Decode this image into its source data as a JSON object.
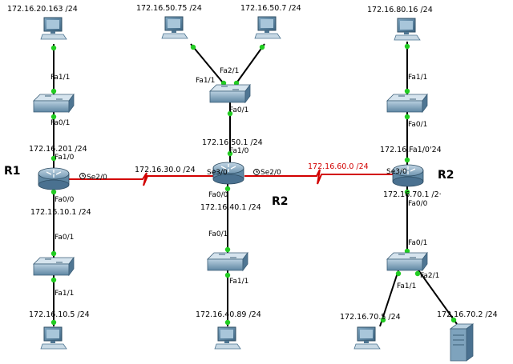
{
  "colors": {
    "ethernet": "#000000",
    "serial": "#d20000",
    "link_light": "#22cc22",
    "device": "#5d86a2",
    "device_light": "#a9c5d8",
    "router_face": "#8fb0c8"
  },
  "icons": {
    "router": "router-icon",
    "switch": "switch-icon",
    "pc": "pc-icon",
    "server": "server-icon"
  },
  "devices": {
    "r1": "R1",
    "r2_mid": "R2",
    "r2_right": "R2"
  },
  "labels": {
    "pc_r1_top": "172.16.20.163 /24",
    "sw_r1_fa1": "Fa1/1",
    "sw_r1_fa0": "Fa0/1",
    "r1_top_ip": "172.16.201 /24",
    "r1_fa1": "Fa1/0",
    "r1_se": "Se2/0",
    "r1_fa0": "Fa0/0",
    "r1_bottom_ip": "172.16.10.1 /24",
    "sw_r1b_fa0": "Fa0/1",
    "sw_r1b_fa1": "Fa1/1",
    "pc_r1_bottom": "172.16.10.5 /24",
    "pc_mid_top_left": "172.16.50.75 /24",
    "pc_mid_top_right": "172.16.50.7 /24",
    "sw_mid_fa11": "Fa1/1",
    "sw_mid_fa21": "Fa2/1",
    "sw_mid_fa01": "Fa0/1",
    "mid_top_ip": "172.16.50.1 /24",
    "mid_fa1": "Fa1/0",
    "serial_left_net": "172.16.30.0 /24",
    "mid_se3": "Se3/0",
    "mid_se2": "Se2/0",
    "mid_fa0": "Fa0/0",
    "mid_bottom_ip": "172.16.40.1 /24",
    "sw_midb_fa0": "Fa0/1",
    "sw_midb_fa1": "Fa1/1",
    "pc_mid_bottom": "172.16.40.89 /24",
    "serial_right_net": "172.16.60.0 /24",
    "pc_right_top": "172.16.80.16 /24",
    "sw_right_fa1": "Fa1/1",
    "sw_right_fa0": "Fa0/1",
    "right_top_ip": "172.16.Fa1/0'24",
    "right_se3": "Se3/0",
    "right_bottom_ip": "172.16.70.1 /2·",
    "right_fa0": "Fa0/0",
    "sw_rightb_fa0": "Fa0/1",
    "sw_rightb_fa1": "Fa1/1",
    "sw_rightb_fa2": "Fa2/1",
    "pc_right_bottom": "172.16.70.5 /24",
    "server_right_bottom": "172.16.70.2 /24"
  }
}
